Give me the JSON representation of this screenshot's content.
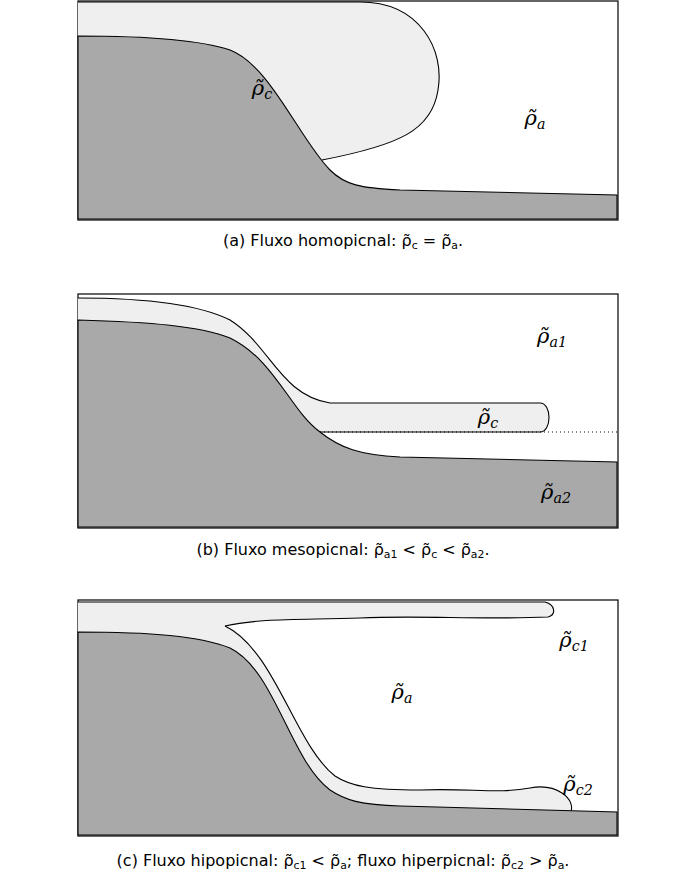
{
  "diagram": {
    "labels": [
      "ρ̃c",
      "ρ̃a",
      "(a) Fluxo homopicnal: ρ̃c = ρ̃a.",
      "ρ̃a1",
      "ρ̃c",
      "ρ̃a2",
      "(b) Fluxo mesopicnal: ρ̃a1 < ρ̃c < ρ̃a2.",
      "ρ̃c1",
      "ρ̃a",
      "ρ̃c2",
      "(c) Fluxo hipopicnal: ρ̃c1 < ρ̃a; fluxo hiperpicnal: ρ̃c2 > ρ̃a."
    ]
  }
}
